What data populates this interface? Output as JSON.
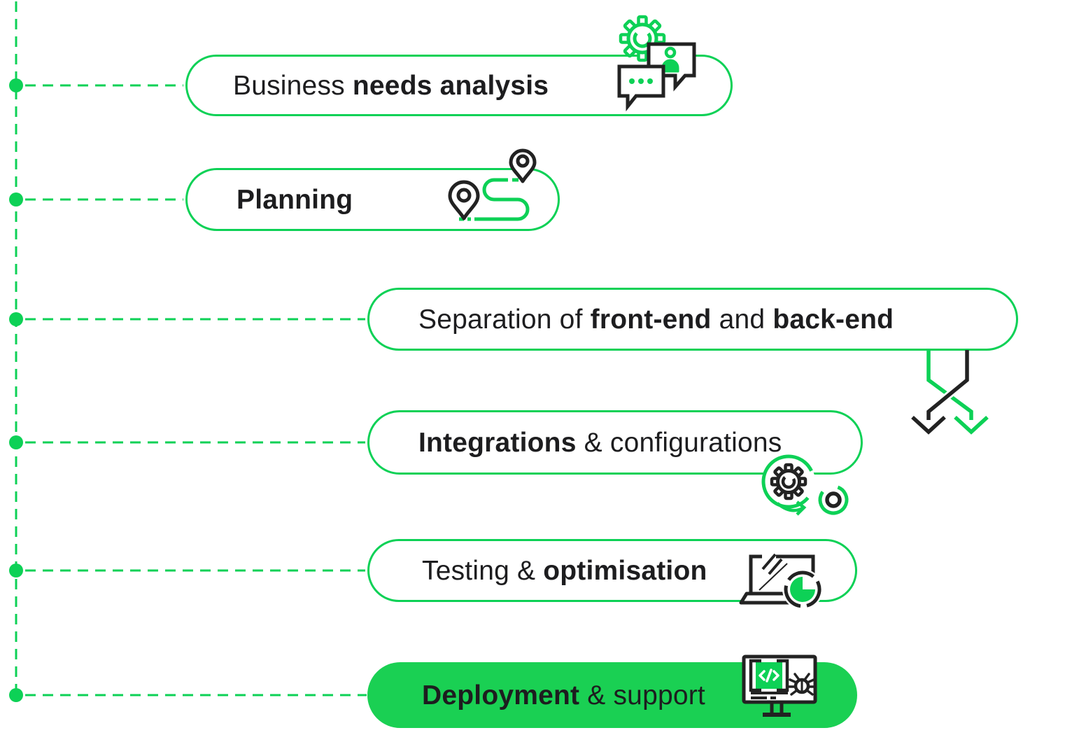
{
  "title": "Software development process diagram",
  "colors": {
    "green": "#0dd156",
    "green_fill": "#1ad053",
    "ink": "#1d1d1f",
    "background": "#ffffff"
  },
  "timeline": {
    "node_count": 6,
    "style": "vertical dashed green line with round node dots and dashed horizontal connectors"
  },
  "steps": [
    {
      "name": "business-needs-analysis",
      "icon": "gear-chat-bubbles-icon",
      "r1": "Business ",
      "b2": "needs analysis"
    },
    {
      "name": "planning",
      "icon": "route-map-pins-icon",
      "b1": "Planning"
    },
    {
      "name": "separation-frontend-backend",
      "icon": "crossing-arrows-icon",
      "r1": "Separation of ",
      "b2": "front-end",
      "r3": " and ",
      "b4": "back-end"
    },
    {
      "name": "integrations-configurations",
      "icon": "integration-gear-icon",
      "b1": "Integrations",
      "r2": " & configurations"
    },
    {
      "name": "testing-optimisation",
      "icon": "laptop-pie-chart-icon",
      "r1": "Testing & ",
      "b2": "optimisation"
    },
    {
      "name": "deployment-support",
      "icon": "monitor-code-bug-icon",
      "b1": "Deployment",
      "r2": " & support"
    }
  ]
}
